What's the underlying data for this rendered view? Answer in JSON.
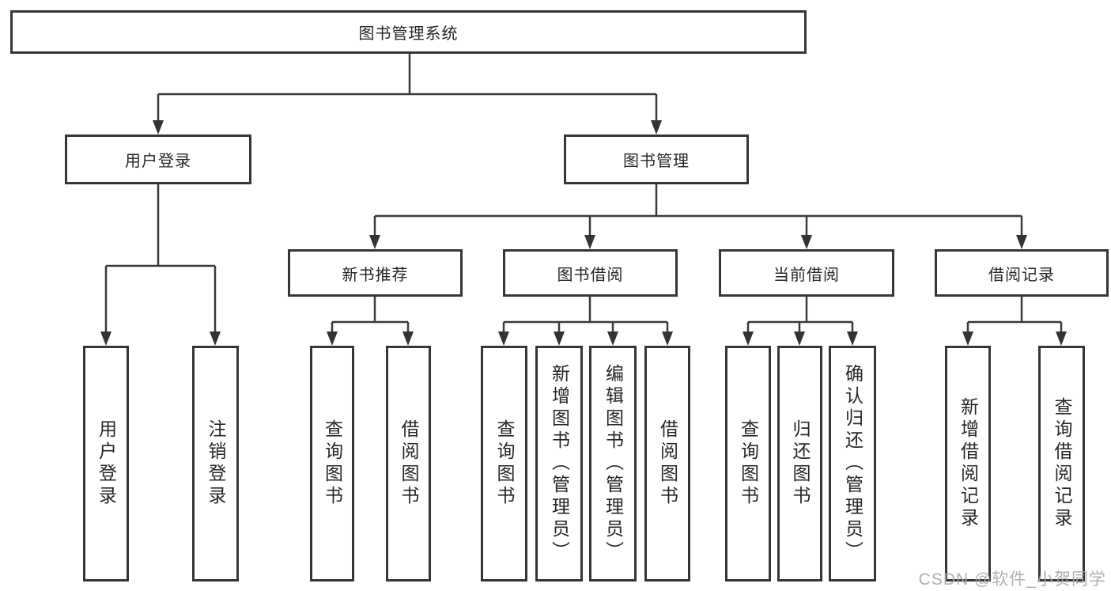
{
  "tree": {
    "root": "图书管理系统",
    "children": [
      {
        "label": "用户登录",
        "children": [
          "用户登录",
          "注销登录"
        ]
      },
      {
        "label": "图书管理",
        "children": [
          {
            "label": "新书推荐",
            "children": [
              "查询图书",
              "借阅图书"
            ]
          },
          {
            "label": "图书借阅",
            "children": [
              "查询图书",
              "新增图书（管理员）",
              "编辑图书（管理员）",
              "借阅图书"
            ]
          },
          {
            "label": "当前借阅",
            "children": [
              "查询图书",
              "归还图书",
              "确认归还（管理员）"
            ]
          },
          {
            "label": "借阅记录",
            "children": [
              "新增借阅记录",
              "查询借阅记录"
            ]
          }
        ]
      }
    ]
  },
  "watermark": "CSDN @软件_小贺同学",
  "colors": {
    "background": "#ffffff",
    "box_border": "#363636",
    "line": "#3a3a3a",
    "text": "#26262a",
    "watermark": "#a8a8a8"
  }
}
